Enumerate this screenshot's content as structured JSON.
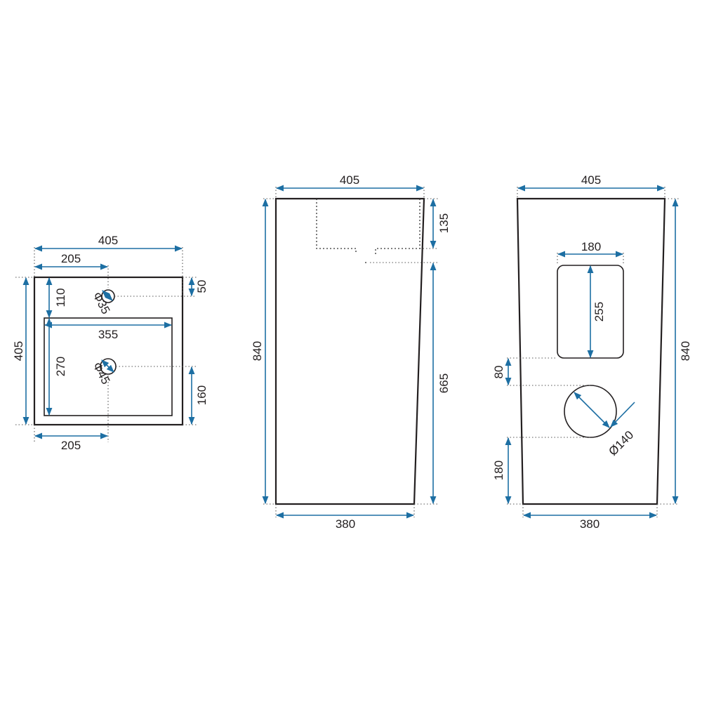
{
  "colors": {
    "outline": "#231f20",
    "dimension_line": "#1d6fa3",
    "background": "#ffffff"
  },
  "views": {
    "top": {
      "overall_width": "405",
      "tap_offset": "205",
      "tap_from_back": "50",
      "tap_to_basin": "110",
      "tap_hole": "Φ35",
      "basin_width": "355",
      "overall_depth": "405",
      "basin_depth": "270",
      "drain_hole": "Φ45",
      "drain_from_front": "160",
      "drain_offset": "205"
    },
    "side": {
      "top_width": "405",
      "basin_depth": "135",
      "height": "840",
      "drain_height": "665",
      "bottom_width": "380"
    },
    "rear": {
      "top_width": "405",
      "opening_width": "180",
      "opening_height": "255",
      "height": "840",
      "gap": "80",
      "round_opening": "Ø140",
      "round_from_floor": "180",
      "bottom_width": "380"
    }
  }
}
